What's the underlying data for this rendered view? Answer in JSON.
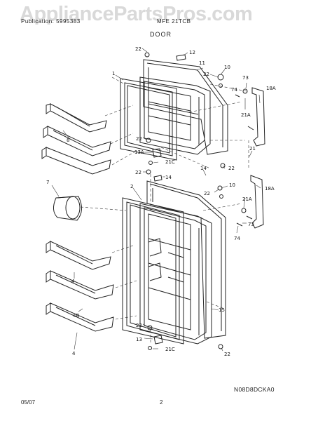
{
  "header": {
    "model_text": "Publication: 5995383",
    "model_right": "MFE 21TCB",
    "section": "DOOR"
  },
  "watermark": "AppliancePartsPros.com",
  "callouts": {
    "c22a": "22",
    "c12": "12",
    "c11": "11",
    "c22b": "22",
    "c10a": "10",
    "c73a": "73",
    "c74a": "74",
    "c18Aa": "18A",
    "c1": "1",
    "c21Aa": "21A",
    "c8": "8",
    "c22c": "22",
    "c13A": "13A",
    "c21Ca": "21C",
    "c21": "21",
    "c22d": "22",
    "c22e": "22",
    "c14a": "14",
    "c14b": "14",
    "c7": "7",
    "c2": "2",
    "c22f": "22",
    "c10b": "10",
    "c18Ab": "18A",
    "c21Ab": "21A",
    "c73b": "73",
    "c74b": "74",
    "c4a": "4",
    "c4B": "4B",
    "c15": "15",
    "c22g": "22",
    "c13": "13",
    "c21Cb": "21C",
    "c4b": "4",
    "c22h": "22"
  },
  "footer": {
    "diagram_code": "N08D8DCKA0",
    "date": "05/07",
    "page": "2"
  }
}
